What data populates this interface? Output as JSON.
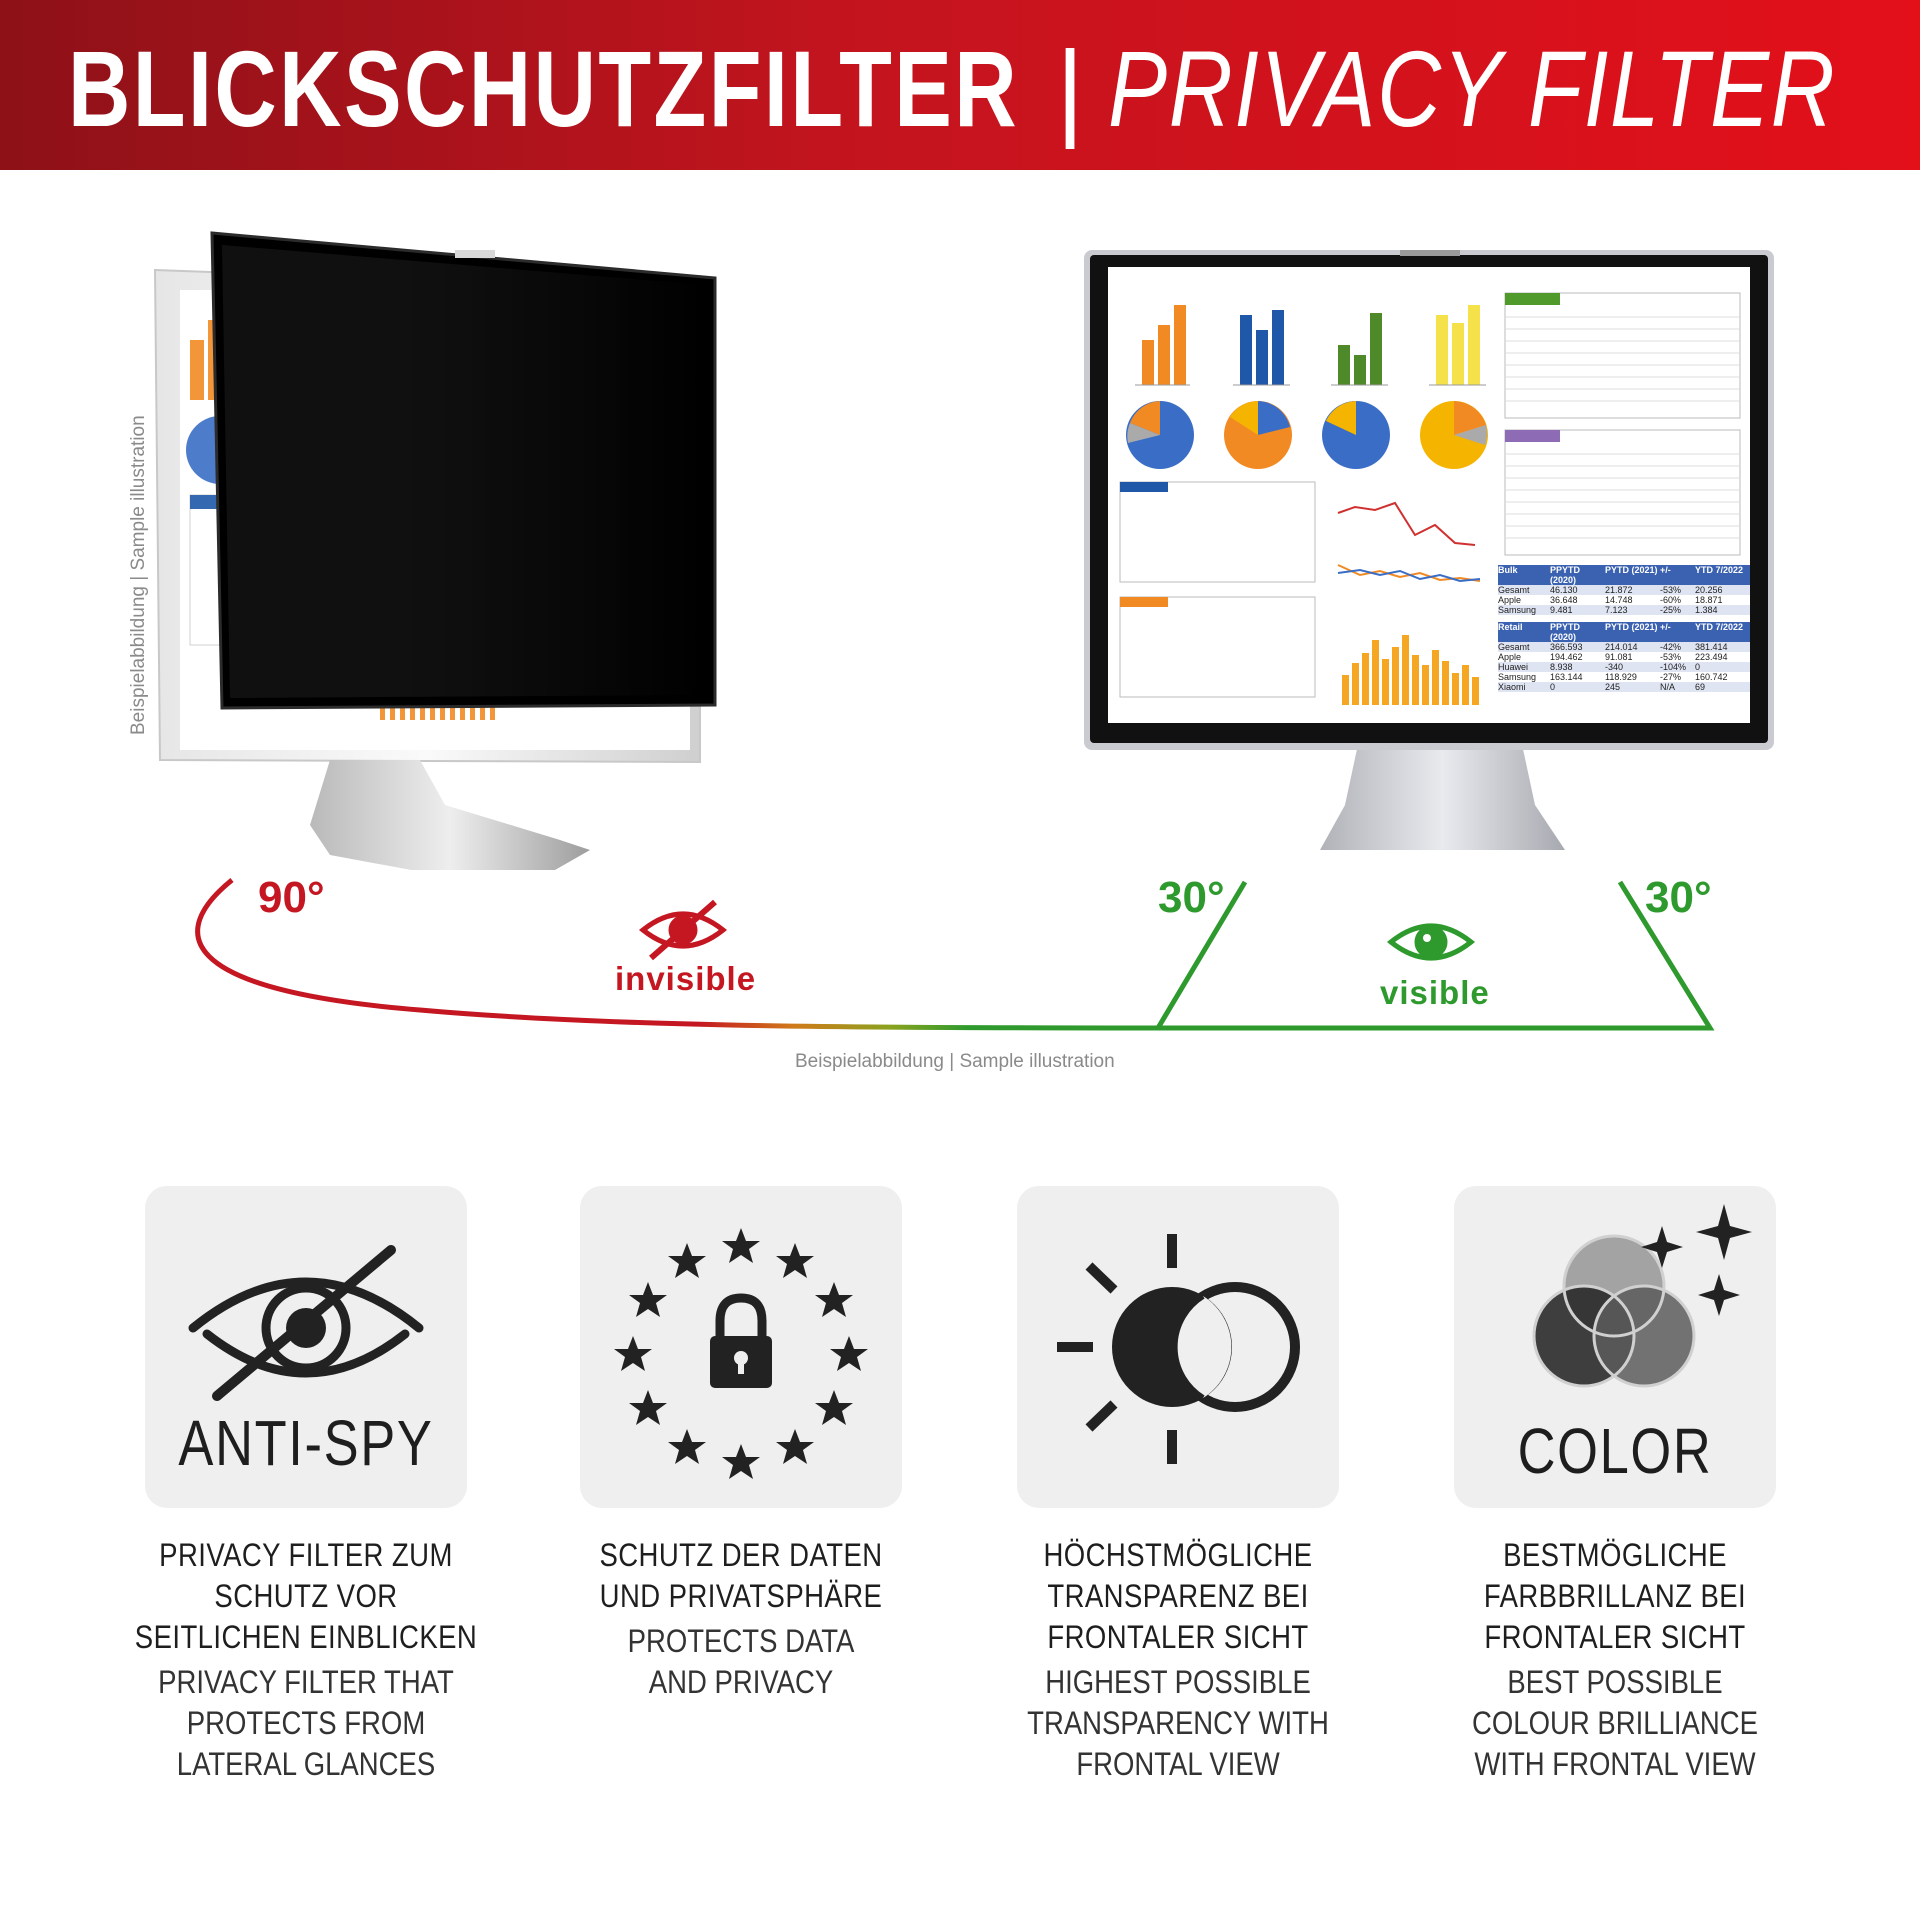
{
  "header": {
    "title_de": "BLICKSCHUTZFILTER",
    "separator": "|",
    "title_en": "PRIVACY FILTER"
  },
  "caption_side": "Beispielabbildung | Sample illustration",
  "caption_center": "Beispielabbildung | Sample illustration",
  "angles": {
    "left": "90°",
    "mid": "30°",
    "right": "30°"
  },
  "states": {
    "invisible": "invisible",
    "visible": "visible"
  },
  "colors": {
    "banner_red": "#d4121c",
    "invisible_red": "#c41722",
    "visible_green": "#2e9a2e",
    "tile_bg": "#efefef"
  },
  "features": [
    {
      "icon": "eye-crossed-icon",
      "tile_word": "ANTI-SPY",
      "de": [
        "PRIVACY FILTER ZUM",
        "SCHUTZ VOR",
        "SEITLICHEN EINBLICKEN"
      ],
      "en": [
        "PRIVACY FILTER THAT",
        "PROTECTS FROM",
        "LATERAL GLANCES"
      ]
    },
    {
      "icon": "eu-stars-lock-icon",
      "tile_word": "",
      "de": [
        "SCHUTZ DER DATEN",
        "UND PRIVATSPHÄRE"
      ],
      "en": [
        "PROTECTS DATA",
        "AND PRIVACY"
      ]
    },
    {
      "icon": "sun-transparency-icon",
      "tile_word": "",
      "de": [
        "HÖCHSTMÖGLICHE",
        "TRANSPARENZ BEI",
        "FRONTALER SICHT"
      ],
      "en": [
        "HIGHEST POSSIBLE",
        "TRANSPARENCY WITH",
        "FRONTAL VIEW"
      ]
    },
    {
      "icon": "color-circles-sparkle-icon",
      "tile_word": "COLOR",
      "de": [
        "BESTMÖGLICHE",
        "FARBBRILLANZ BEI",
        "FRONTALER SICHT"
      ],
      "en": [
        "BEST POSSIBLE",
        "COLOUR BRILLIANCE",
        "WITH FRONTAL VIEW"
      ]
    }
  ],
  "screen_tables": {
    "bulk": {
      "headers": [
        "Bulk",
        "PPYTD (2020)",
        "PYTD (2021)",
        "+/-",
        "YTD 7/2022"
      ],
      "rows": [
        [
          "Gesamt",
          "46.130",
          "21.872",
          "-53%",
          "20.256"
        ],
        [
          "Apple",
          "36.648",
          "14.748",
          "-60%",
          "18.871"
        ],
        [
          "Samsung",
          "9.481",
          "7.123",
          "-25%",
          "1.384"
        ]
      ]
    },
    "retail": {
      "headers": [
        "Retail",
        "PPYTD (2020)",
        "PYTD (2021)",
        "+/-",
        "YTD 7/2022"
      ],
      "rows": [
        [
          "Gesamt",
          "366.593",
          "214.014",
          "-42%",
          "381.414"
        ],
        [
          "Apple",
          "194.462",
          "91.081",
          "-53%",
          "223.494"
        ],
        [
          "Huawei",
          "8.938",
          "-340",
          "-104%",
          "0"
        ],
        [
          "Samsung",
          "163.144",
          "118.929",
          "-27%",
          "160.742"
        ],
        [
          "Xiaomi",
          "0",
          "245",
          "N/A",
          "69"
        ]
      ]
    }
  }
}
